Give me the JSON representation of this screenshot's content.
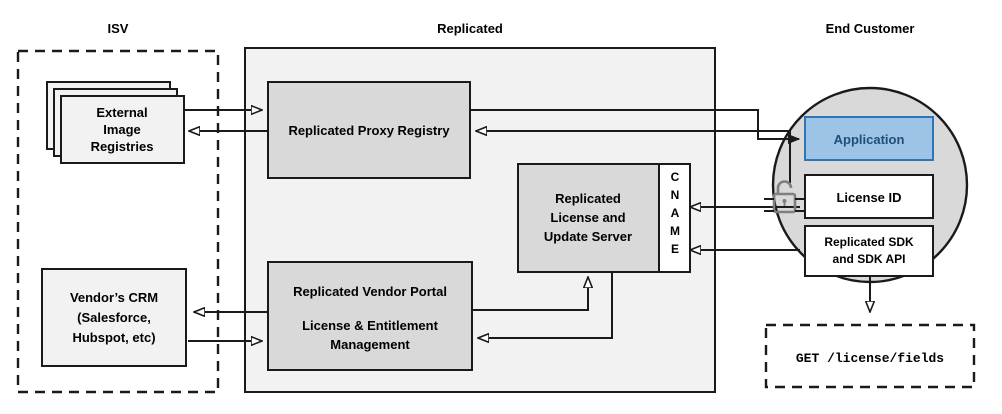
{
  "diagram": {
    "title_isv": "ISV",
    "title_replicated": "Replicated",
    "title_end_customer": "End Customer",
    "colors": {
      "container_fill": "#F2F2F2",
      "component_fill": "#D9D9D9",
      "app_fill": "#9DC3E6",
      "app_stroke": "#2E75B6",
      "app_text": "#1F4E79",
      "stroke": "#1a1a1a",
      "lock_stroke": "#7f7f7f"
    },
    "isv": {
      "registries": {
        "line1": "External",
        "line2": "Image",
        "line3": "Registries"
      },
      "crm": {
        "line1": "Vendor’s CRM",
        "line2": "(Salesforce,",
        "line3": "Hubspot, etc)"
      }
    },
    "replicated": {
      "proxy_registry": "Replicated Proxy Registry",
      "license_server": {
        "line1": "Replicated",
        "line2": "License and",
        "line3": "Update Server"
      },
      "cname": {
        "c": "C",
        "n": "N",
        "a": "A",
        "m": "M",
        "e": "E"
      },
      "vendor_portal": {
        "line1": "Replicated Vendor Portal",
        "line2": "License & Entitlement",
        "line3": "Management"
      }
    },
    "end_customer": {
      "application": "Application",
      "license_id": "License ID",
      "sdk": {
        "line1": "Replicated SDK",
        "line2": "and SDK API"
      },
      "lock_icon": "unlock-icon",
      "api_call": "GET /license/fields"
    }
  }
}
